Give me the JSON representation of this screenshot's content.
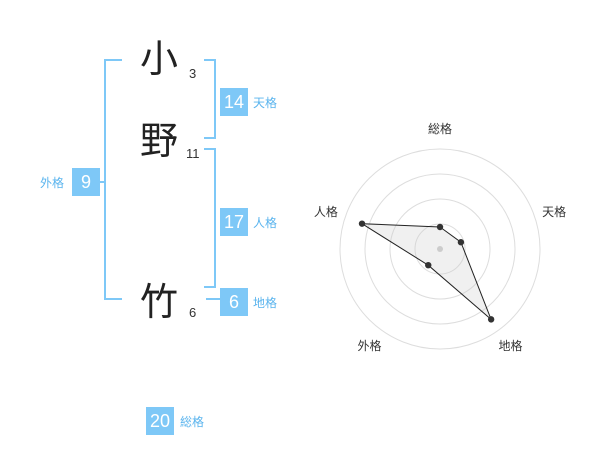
{
  "name": {
    "chars": [
      {
        "char": "小",
        "strokes": "3"
      },
      {
        "char": "野",
        "strokes": "11"
      },
      {
        "char": "竹",
        "strokes": "6"
      }
    ]
  },
  "kakusu": {
    "tenkaku": {
      "value": "14",
      "label": "天格"
    },
    "jinkaku": {
      "value": "17",
      "label": "人格"
    },
    "chikaku": {
      "value": "6",
      "label": "地格"
    },
    "gaikaku": {
      "value": "9",
      "label": "外格"
    },
    "soukaku": {
      "value": "20",
      "label": "総格"
    }
  },
  "colors": {
    "accent": "#7ec8f7",
    "label": "#5ab4ee",
    "text": "#222222"
  },
  "chart_data": {
    "type": "radar",
    "axes": [
      "総格",
      "天格",
      "地格",
      "外格",
      "人格"
    ],
    "values": [
      0.22,
      0.22,
      0.87,
      0.2,
      0.82
    ],
    "range": [
      0,
      1
    ],
    "rings": 4
  }
}
